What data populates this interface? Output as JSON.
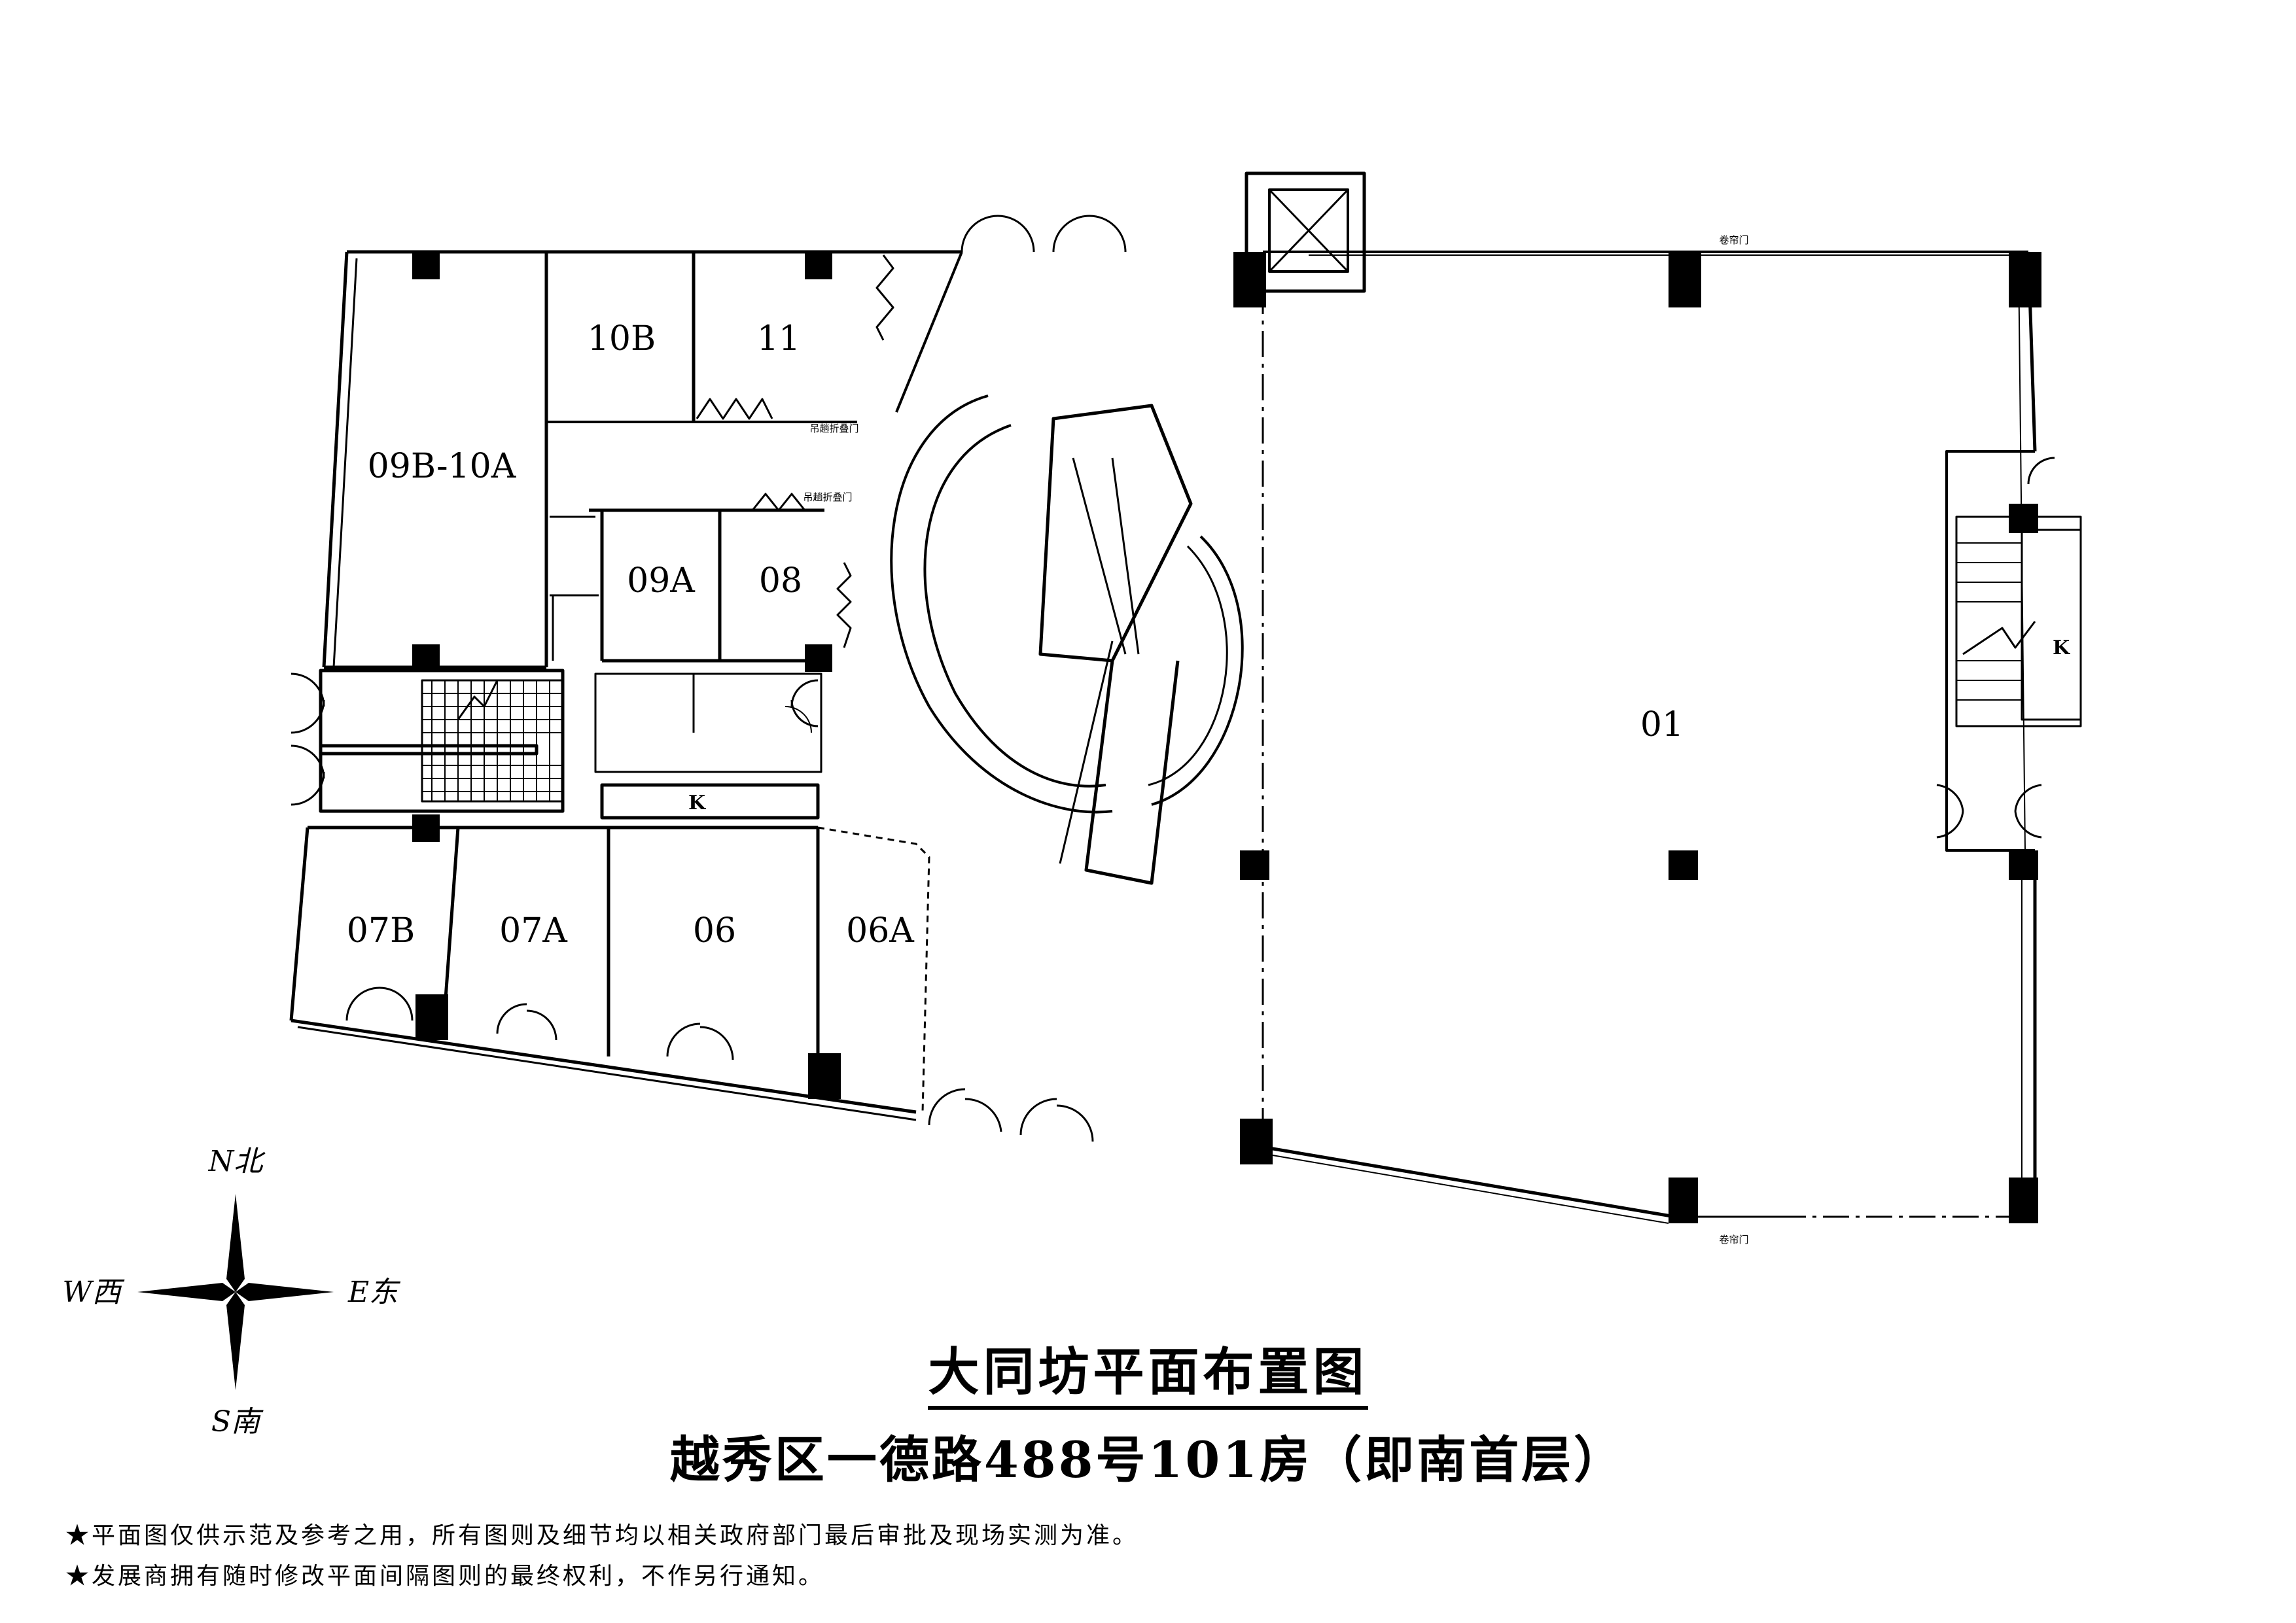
{
  "plan": {
    "rooms": {
      "r01": "01",
      "r06": "06",
      "r06A": "06A",
      "r07A": "07A",
      "r07B": "07B",
      "r08": "08",
      "r09A": "09A",
      "r09B10A": "09B-10A",
      "r10B": "10B",
      "r11": "11"
    },
    "tags": {
      "k_left": "K",
      "k_right": "K",
      "folding_door_1": "吊趟折叠门",
      "folding_door_2": "吊趟折叠门",
      "shutter_top": "卷帘门",
      "shutter_bottom": "卷帘门"
    }
  },
  "compass": {
    "north": "N北",
    "south": "S南",
    "west": "W西",
    "east": "E东"
  },
  "title": {
    "main": "大同坊平面布置图",
    "sub": "越秀区一德路488号101房（即南首层）"
  },
  "notes": [
    "★平面图仅供示范及参考之用，所有图则及细节均以相关政府部门最后审批及现场实测为准。",
    "★发展商拥有随时修改平面间隔图则的最终权利，不作另行通知。"
  ]
}
